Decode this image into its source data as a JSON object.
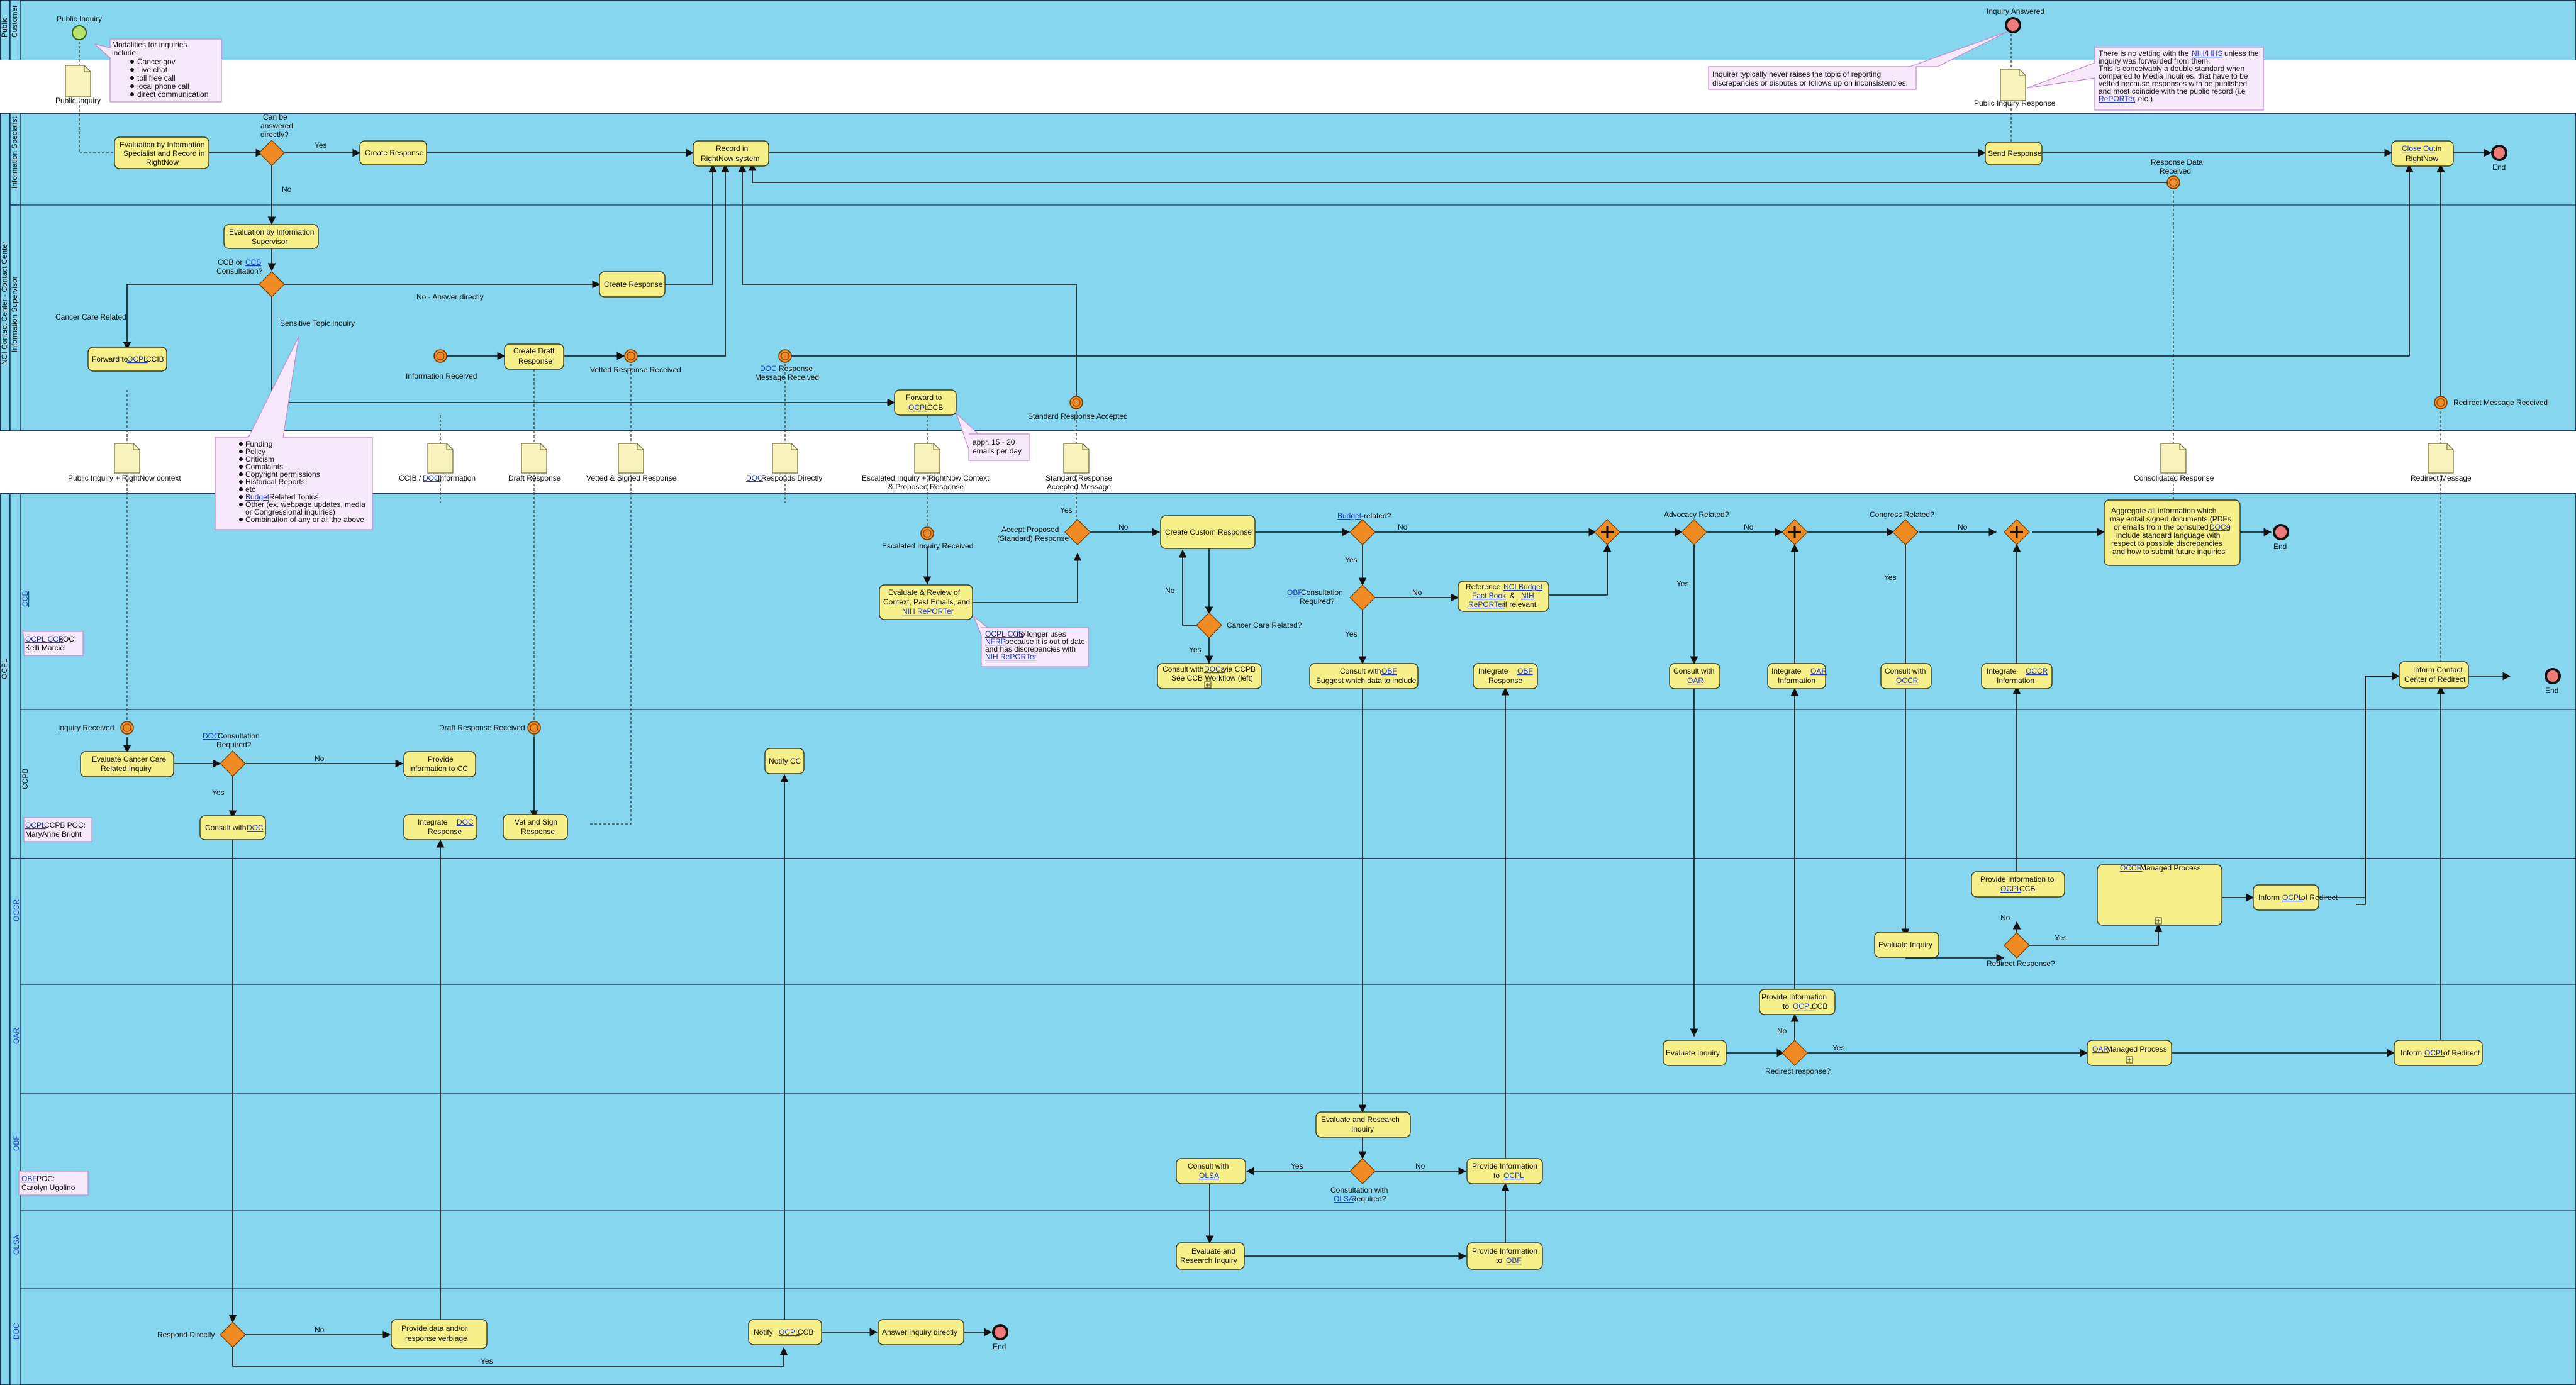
{
  "colors": {
    "pool_background": "#86d6ef",
    "task_fill": "#f7ef8a",
    "gateway_fill": "#f08a23",
    "start_fill": "#b6e36e",
    "end_fill": "#f07a7a",
    "note_fill": "#f7e9fb",
    "link": "#1a39d6"
  },
  "pools": {
    "public": {
      "label": "Public",
      "lane_customer": "Customer"
    },
    "nci": {
      "label": "NCI Contact Center - Contact Center",
      "lane_specialist": "Information Specialist",
      "lane_supervisor": "Information Supervisor"
    },
    "ocpl": {
      "label": "OCPL",
      "lane_ccb": "CCB",
      "lane_ccpb": "CCPB"
    },
    "other": {
      "lane_ocr": "OCCR",
      "lane_oar": "OAR",
      "lane_obf": "OBF",
      "lane_olsa": "OLSA",
      "lane_doc": "DOC"
    }
  },
  "events": {
    "public_inquiry": "Public Inquiry",
    "inquiry_answered": "Inquiry Answered",
    "information_received": "Information Received",
    "vetted_response_received": "Vetted Response Received",
    "doc_response_received_1": "DOC",
    "doc_response_received_2": "Response",
    "doc_response_received_3": "Message Received",
    "standard_response_accepted": "Standard Response Accepted",
    "redirect_message_received": "Redirect Message Received",
    "response_data_received_1": "Response Data",
    "response_data_received_2": "Received",
    "escalated_inquiry_received": "Escalated Inquiry Received",
    "inquiry_received": "Inquiry Received",
    "draft_response_received": "Draft Response Received",
    "end": "End"
  },
  "tasks": {
    "eval_specialist": [
      "Evaluation by Information",
      "Specialist and Record in",
      "RightNow"
    ],
    "create_response_1": [
      "Create Response"
    ],
    "record_rightnow": [
      "Record  in",
      "RightNow system"
    ],
    "send_response": [
      "Send Response"
    ],
    "close_out": [
      "Close Out",
      " in",
      "RightNow"
    ],
    "eval_supervisor": [
      "Evaluation by Information",
      "Supervisor"
    ],
    "create_response_2": [
      "Create Response"
    ],
    "forward_ocpl_ccib": [
      "Forward to ",
      "OCPL",
      " CCIB"
    ],
    "create_draft": [
      "Create Draft",
      "Response"
    ],
    "forward_ocpl_ccb": [
      "Forward to",
      "OCPL",
      " CCB"
    ],
    "evaluate_review": [
      "Evaluate & Review of",
      "Context, Past Emails, and",
      "NIH RePORTer"
    ],
    "create_custom": [
      "Create Custom Response"
    ],
    "consult_docs": [
      "Consult with ",
      "DOCs",
      " via CCPB",
      "See CCB Workflow (left)"
    ],
    "consult_obf": [
      "Consult with ",
      "OBF",
      "Suggest which data to include"
    ],
    "reference_nci_budget": [
      "Reference ",
      "NCI Budget",
      "Fact Book",
      " & ",
      "NIH",
      "RePORTer",
      " if relevant"
    ],
    "integrate_obf": [
      "Integrate ",
      "OBF",
      "Response"
    ],
    "consult_oar": [
      "Consult with",
      "OAR"
    ],
    "integrate_oar": [
      "Integrate ",
      "OAR",
      "Information"
    ],
    "consult_occr": [
      "Consult with",
      "OCCR"
    ],
    "integrate_occr": [
      "Integrate ",
      "OCCR",
      "Information"
    ],
    "aggregate": [
      "Aggregate all information which",
      "may entail signed documents (PDFs",
      "or emails from the consulted ",
      "DOCs",
      ")",
      "include  standard language with",
      "respect to possible discrepancies",
      "and how to submit future inquiries"
    ],
    "inform_contact_center": [
      "Inform Contact",
      "Center of Redirect"
    ],
    "evaluate_ccr_inquiry": [
      "Evaluate Cancer Care",
      "Related Inquiry"
    ],
    "provide_info_cc": [
      "Provide",
      "Information to CC"
    ],
    "consult_doc": [
      "Consult with ",
      "DOC"
    ],
    "integrate_doc_response": [
      "Integrate ",
      "DOC",
      "Response"
    ],
    "vet_sign": [
      "Vet and Sign",
      "Response"
    ],
    "notify_cc": [
      "Notify CC"
    ],
    "provide_info_ocpl_ccb_1": [
      "Provide Information to",
      "OCPL",
      " CCB"
    ],
    "occr_managed": [
      "OCCR",
      " Managed Process"
    ],
    "inform_ocpl_redirect_1": [
      "Inform ",
      "OCPL",
      " of Redirect"
    ],
    "evaluate_inquiry_occr": [
      "Evaluate Inquiry"
    ],
    "provide_info_ocpl_ccb_2": [
      "Provide Information",
      "to ",
      "OCPL",
      " CCB"
    ],
    "evaluate_inquiry_oar": [
      "Evaluate Inquiry"
    ],
    "oar_managed": [
      "OAR",
      " Managed Process"
    ],
    "inform_ocpl_redirect_2": [
      "Inform ",
      "OCPL",
      " of Redirect"
    ],
    "eval_research": [
      "Evaluate and Research",
      "Inquiry"
    ],
    "consult_olsa": [
      "Consult with",
      "OLSA"
    ],
    "provide_info_ocpl": [
      "Provide Information",
      "to ",
      "OCPL"
    ],
    "eval_research_2": [
      "Evaluate and",
      "Research Inquiry"
    ],
    "provide_info_obf": [
      "Provide Information",
      "to ",
      "OBF"
    ],
    "provide_data": [
      "Provide data and/or",
      "response verbiage"
    ],
    "notify_ocpl_ccb": [
      "Notify ",
      "OCPL",
      " CCB"
    ],
    "answer_directly": [
      "Answer inquiry directly"
    ]
  },
  "gateways": {
    "can_be_answered": [
      "Can be",
      "answered",
      "directly?"
    ],
    "ccb_ccb_consult": [
      "CCB or ",
      "CCB",
      "Consultation?"
    ],
    "accept_proposed": [
      "Accept Proposed",
      "(Standard) Response"
    ],
    "budget_related": [
      "Budget",
      "-related?"
    ],
    "cancer_care_related": [
      "Cancer Care Related?"
    ],
    "obf_consult": [
      "OBF",
      " Consultation",
      "Required?"
    ],
    "advocacy_related": [
      "Advocacy Related?"
    ],
    "congress_related": [
      "Congress Related?"
    ],
    "doc_consult": [
      "DOC",
      " Consultation",
      "Required?"
    ],
    "redirect_response_occr": [
      "Redirect Response?"
    ],
    "redirect_response_oar": [
      "Redirect response?"
    ],
    "consult_olsa_req": [
      "Consultation with",
      "OLSA",
      " Required?"
    ],
    "respond_directly": [
      "Respond Directly"
    ]
  },
  "flow_labels": {
    "yes": "Yes",
    "no": "No",
    "no_answer_directly": "No - Answer directly",
    "cancer_care_related": "Cancer Care Related",
    "sensitive_topic": "Sensitive Topic Inquiry"
  },
  "notes": {
    "modalities": [
      "Modalities for inquiries",
      "include:",
      "Cancer.gov",
      "Live chat",
      "toll free call",
      "local phone call",
      "direct communication"
    ],
    "inquirer_never": [
      "Inquirer typically never raises the topic of reporting",
      "discrepancies or disputes or follows up on inconsistencies."
    ],
    "no_vetting": [
      "There is no vetting with the ",
      "NIH/HHS",
      " unless the",
      "inquiry was forwarded from them.",
      "This is conceivably a double standard when",
      "compared to Media Inquiries, that have to be",
      "vetted because responses with be published",
      "and most coincide with the public record (i.e",
      "RePORTer",
      ", etc.)"
    ],
    "sensitive_topics": [
      "Funding",
      "Policy",
      "Criticism",
      "Complaints",
      "Copyright permissions",
      "Historical Reports",
      "etc",
      "Budget",
      " Related Topics",
      "Other (ex. webpage updates, media",
      "or Congressional inquiries)",
      "Combination of any or all the above"
    ],
    "approx_emails": [
      "appr. 15 - 20",
      "emails per day"
    ],
    "ocpl_ccb_no_longer": [
      "OCPL CCB",
      " no longer uses",
      "NFRP",
      " because it is out of date",
      "and has discrepancies with",
      "NIH RePORTer"
    ],
    "ocpl_ccb_poc": [
      "OCPL CCB",
      " POC:",
      "Kelli Marciel"
    ],
    "ocpl_ccpb_poc": [
      "OCPL",
      " CCPB POC:",
      "MaryAnne Bright"
    ],
    "obf_poc": [
      "OBF",
      " POC:",
      "Carolyn Ugolino"
    ]
  },
  "documents": {
    "public_inquiry": "Public Inquiry",
    "public_inquiry_response": "Public Inquiry Response",
    "pi_rightnow": "Public Inquiry + RightNow context",
    "ccib_doc": [
      "CCIB / ",
      "DOC",
      " Information"
    ],
    "draft_response": "Draft Response",
    "vetted_signed": "Vetted & Signed Response",
    "doc_responds": [
      "DOC",
      " Responds Directly"
    ],
    "escalated_inquiry": [
      "Escalated Inquiry + RightNow Context",
      "& Proposed Response"
    ],
    "standard_response_accepted": [
      "Standard Response",
      "Accepted Message"
    ],
    "consolidated_response": "Consolidated Response",
    "redirect_message": "Redirect Message"
  }
}
